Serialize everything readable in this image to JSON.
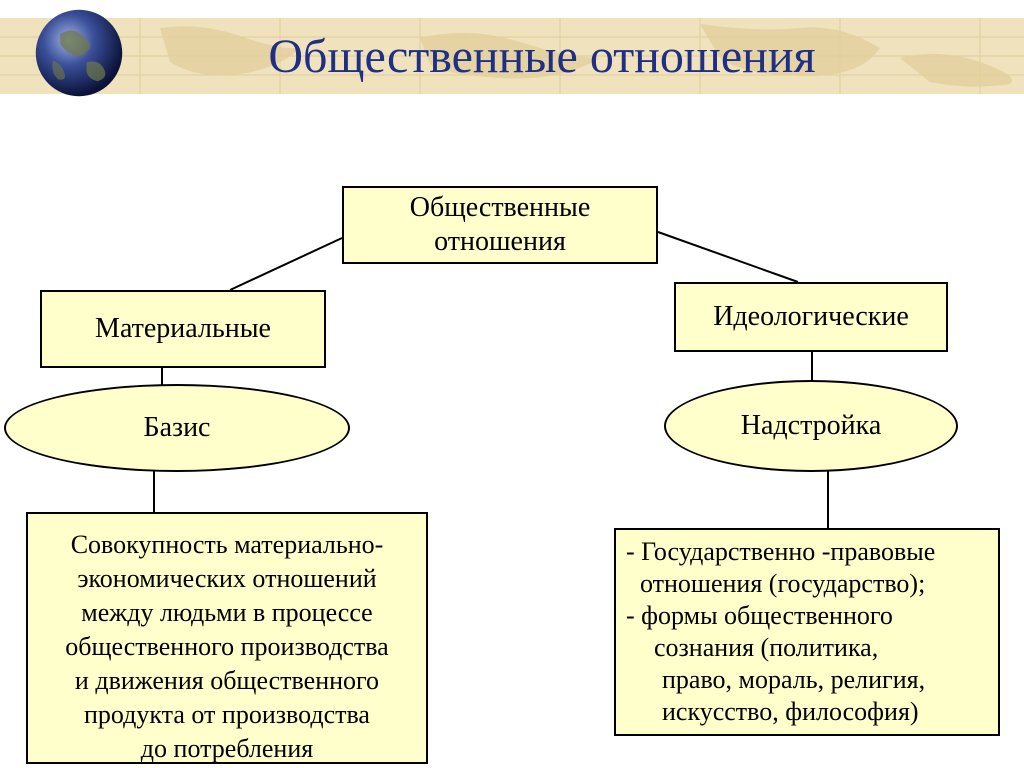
{
  "slide": {
    "title": "Общественные отношения"
  },
  "diagram": {
    "root": {
      "line1": "Общественные",
      "line2": "отношения"
    },
    "left": {
      "type": "Материальные",
      "ellipse": "Базис",
      "description": [
        "Совокупность материально-",
        "экономических отношений",
        "между людьми в процессе",
        "общественного производства",
        "и движения общественного",
        "продукта от производства",
        "до потребления"
      ]
    },
    "right": {
      "type": "Идеологические",
      "ellipse": "Надстройка",
      "description": [
        "- Государственно -правовые",
        "отношения (государство);",
        "- формы общественного",
        "сознания (политика,",
        "право, мораль, религия,",
        "искусство, философия)"
      ]
    }
  },
  "colors": {
    "box_fill": "#ffffcc",
    "title_color": "#1f2f86",
    "band": "#efe2bc"
  }
}
